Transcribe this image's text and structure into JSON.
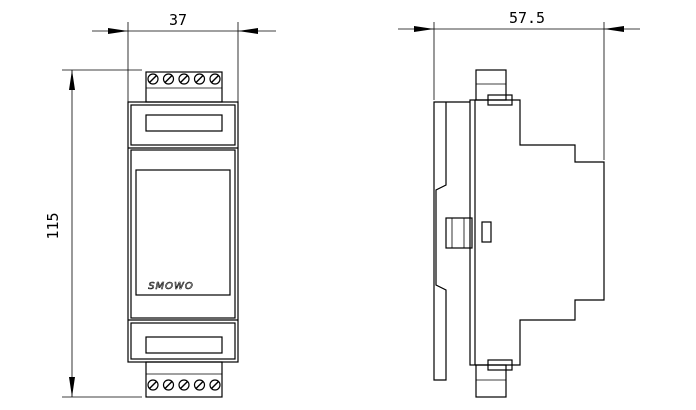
{
  "dimensions": {
    "width_label": "37",
    "depth_label": "57.5",
    "height_label": "115"
  },
  "front_view": {
    "brand_logo": "SMOWO",
    "terminal_screw_count": 5
  },
  "colors": {
    "line": "#000000",
    "background": "#ffffff"
  }
}
